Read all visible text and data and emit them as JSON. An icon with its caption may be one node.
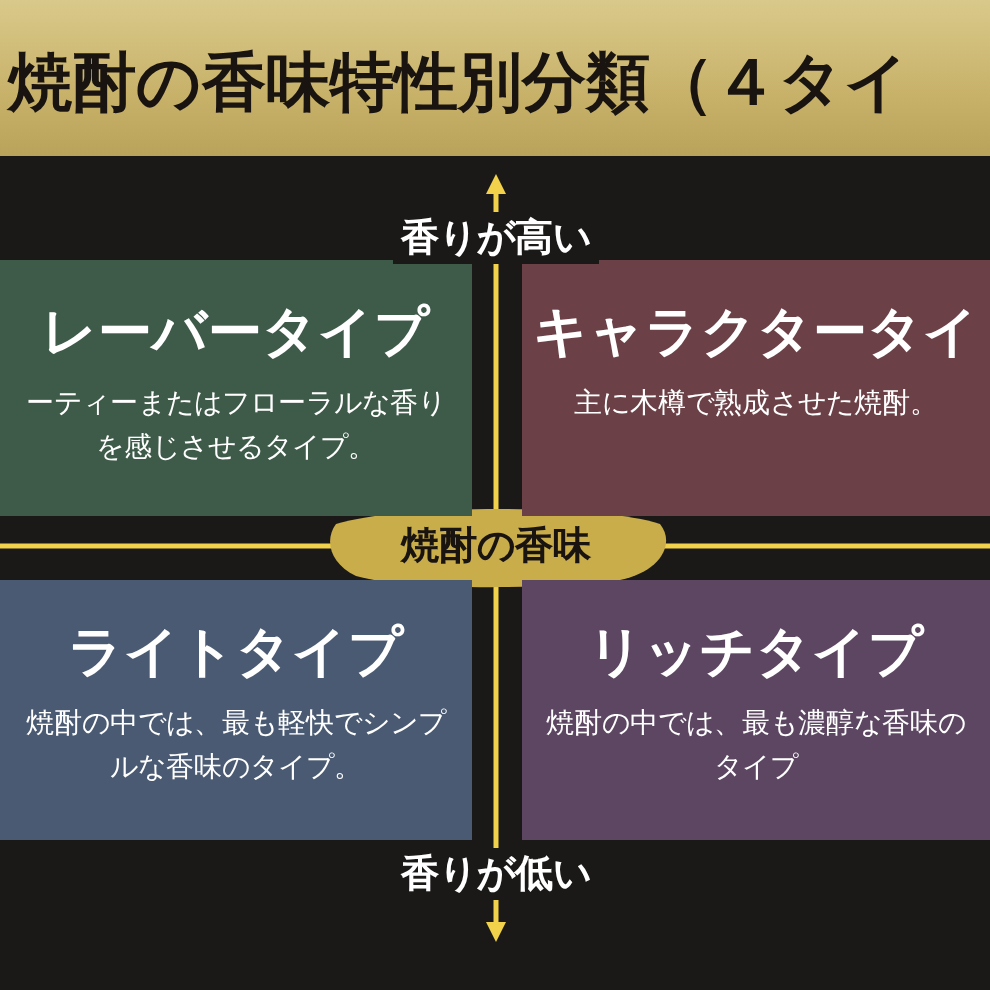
{
  "diagram": {
    "title": "焼酎の香味特性別分類（４タイ",
    "nodes": [
      {
        "text": [
          "レーバータイプ",
          "ーティーまたはフローラルな香りを感じさせるタイプ。"
        ]
      },
      {
        "text": [
          "キャラクタータイ",
          "主に木樽で熟成させた焼酎。"
        ]
      },
      {
        "text": [
          "ライトタイプ",
          "焼酎の中では、最も軽快でシンプルな香味のタイプ。"
        ]
      },
      {
        "text": [
          "リッチタイプ",
          "焼酎の中では、最も濃醇な香味のタイプ"
        ]
      }
    ],
    "labels": [
      "香りが高い",
      "焼酎の香味",
      "香りが低い"
    ]
  }
}
